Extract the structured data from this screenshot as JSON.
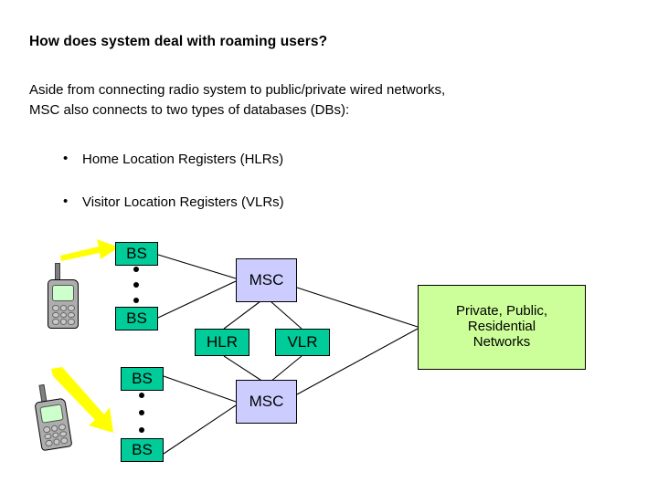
{
  "slide": {
    "heading": "How does system deal with roaming users?",
    "body_lines": [
      "Aside from connecting radio system to public/private wired networks,",
      "MSC also connects to two types of databases (DBs):"
    ],
    "bullets": [
      "Home Location Registers (HLRs)",
      "Visitor Location Registers (VLRs)"
    ]
  },
  "diagram": {
    "nodes": {
      "bs_1": "BS",
      "bs_2": "BS",
      "bs_3": "BS",
      "bs_4": "BS",
      "msc_top": "MSC",
      "msc_bottom": "MSC",
      "hlr": "HLR",
      "vlr": "VLR",
      "networks_line1": "Private, Public,",
      "networks_line2": "Residential",
      "networks_line3": "Networks"
    },
    "icons": {
      "phone_1": "mobile-phone-icon",
      "phone_2": "mobile-phone-icon",
      "arrow_1": "yellow-arrow-right-icon",
      "arrow_2": "yellow-arrow-down-right-icon",
      "ellipsis_1": "vertical-ellipsis-icon",
      "ellipsis_2": "vertical-ellipsis-icon"
    },
    "colors": {
      "bs_fill": "#00CC99",
      "msc_fill": "#CCCCFF",
      "db_fill": "#00CC99",
      "networks_fill": "#CCFF99",
      "arrow_fill": "#FFFF00",
      "phone_body": "#ADADAD",
      "phone_screen": "#CCFFCC",
      "edge_stroke": "#000000"
    }
  }
}
